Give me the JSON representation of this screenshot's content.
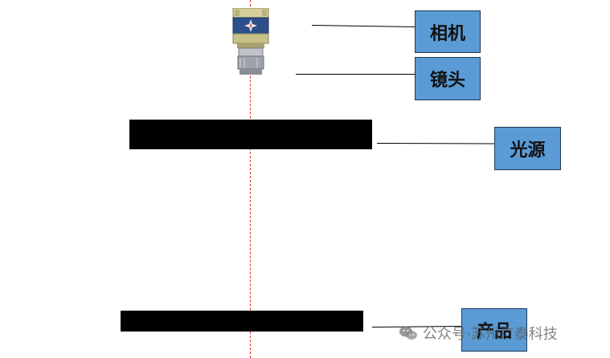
{
  "labels": {
    "camera": "相机",
    "lens": "镜头",
    "light": "光源",
    "product": "产品"
  },
  "watermark": {
    "text": "公众号·苏州广泰科技",
    "icon": "wechat-icon"
  },
  "colors": {
    "label_fill": "#5b9bd5",
    "axis_line": "#d93025",
    "bars": "#000000"
  }
}
